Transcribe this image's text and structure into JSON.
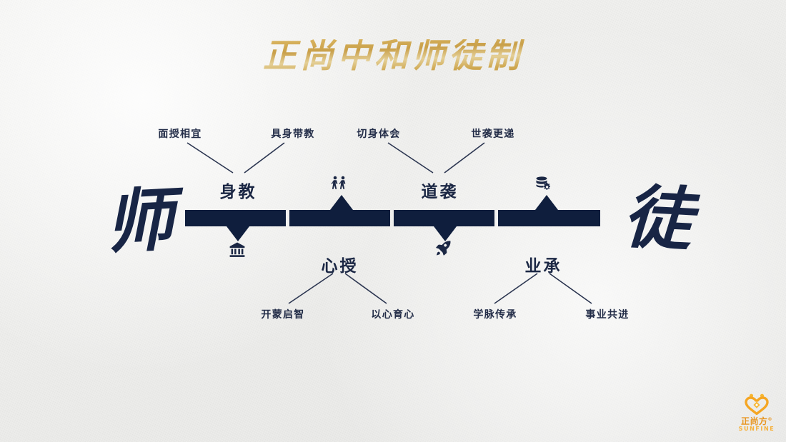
{
  "slide": {
    "title": "正尚中和师徒制",
    "background_color": "#f1f1ef",
    "accent_dark": "#0f1e3d",
    "accent_gold": "#d9b45f"
  },
  "side_characters": {
    "left": "师",
    "right": "徒"
  },
  "categories": [
    {
      "id": "shenjiao",
      "label": "身教",
      "position": "above",
      "icon": ""
    },
    {
      "id": "xinshou",
      "label": "心授",
      "position": "below",
      "icon": ""
    },
    {
      "id": "daoxi",
      "label": "道袭",
      "position": "above",
      "icon": ""
    },
    {
      "id": "yecheng",
      "label": "业承",
      "position": "below",
      "icon": ""
    }
  ],
  "icons": {
    "people": "two-people-walking-icon",
    "database": "database-gear-icon",
    "bank": "classical-building-icon",
    "rocket": "rocket-icon"
  },
  "leaf_labels": {
    "top": [
      "面授相宜",
      "具身带教",
      "切身体会",
      "世袭更递"
    ],
    "bottom": [
      "开蒙启智",
      "以心育心",
      "学脉传承",
      "事业共进"
    ]
  },
  "logo": {
    "name": "正尚方",
    "registered": "®",
    "subtitle": "SUNFINE",
    "color": "#e8951f",
    "subtitle_color": "#f5b13c"
  }
}
